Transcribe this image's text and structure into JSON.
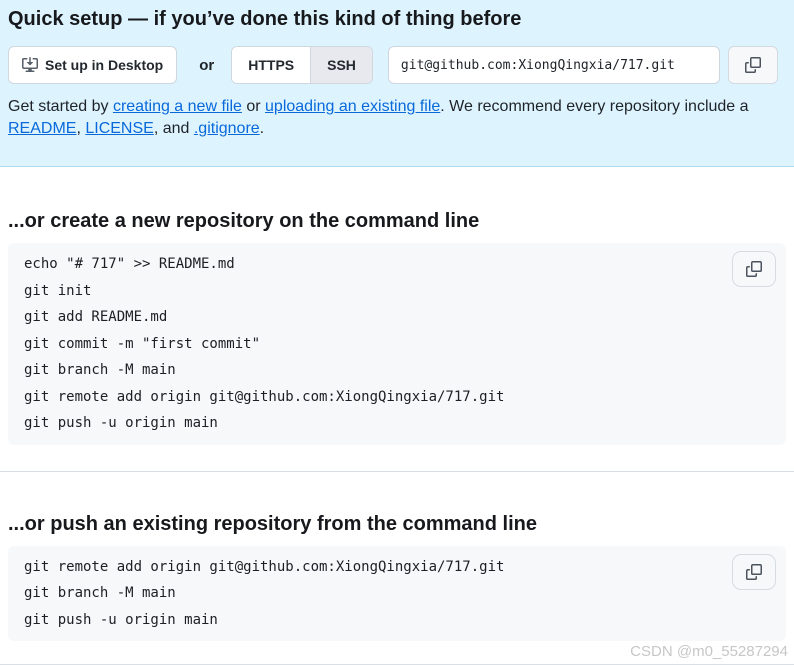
{
  "banner": {
    "title": "Quick setup — if you’ve done this kind of thing before",
    "desktop_button_label": "Set up in Desktop",
    "or_label": "or",
    "protocol": {
      "https_label": "HTTPS",
      "ssh_label": "SSH",
      "selected": "SSH"
    },
    "remote_url": "git@github.com:XiongQingxia/717.git",
    "help": {
      "prefix": "Get started by ",
      "link_create": "creating a new file",
      "mid1": " or ",
      "link_upload": "uploading an existing file",
      "mid2": ". We recommend every repository include a ",
      "link_readme": "README",
      "mid3": ", ",
      "link_license": "LICENSE",
      "mid4": ", and ",
      "link_gitignore": ".gitignore",
      "suffix": "."
    }
  },
  "section_create": {
    "heading": "...or create a new repository on the command line",
    "code_lines": [
      "echo \"# 717\" >> README.md",
      "git init",
      "git add README.md",
      "git commit -m \"first commit\"",
      "git branch -M main",
      "git remote add origin git@github.com:XiongQingxia/717.git",
      "git push -u origin main"
    ]
  },
  "section_push": {
    "heading": "...or push an existing repository from the command line",
    "code_lines": [
      "git remote add origin git@github.com:XiongQingxia/717.git",
      "git branch -M main",
      "git push -u origin main"
    ]
  },
  "watermark": "CSDN @m0_55287294",
  "icons": {
    "desktop_download": "desktop-download-icon",
    "copy": "copy-icon"
  },
  "colors": {
    "banner_background": "#ddf4ff",
    "banner_border": "#b3dcf3",
    "code_background": "#f6f8fa",
    "link_blue": "#0969da",
    "selected_segment": "#e7e9ee",
    "heading_text": "#17191c",
    "watermark_gray": "#c7c7c7"
  }
}
